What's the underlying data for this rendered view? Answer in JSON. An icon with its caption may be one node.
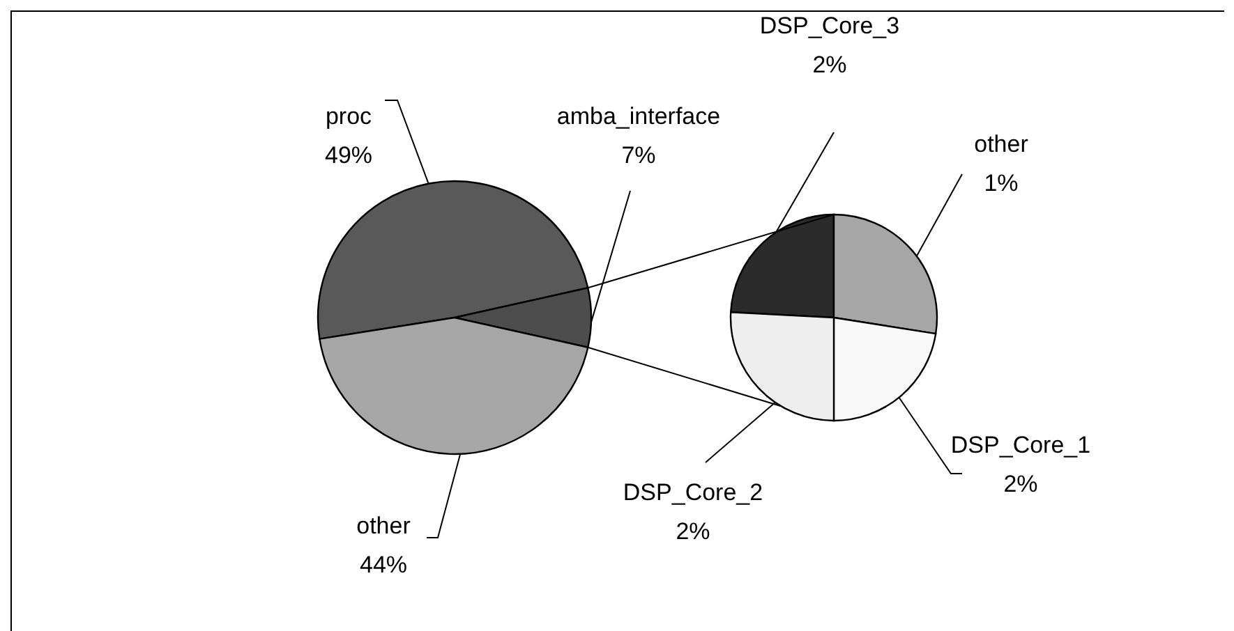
{
  "diagram": {
    "nodes": [
      {
        "text": [
          "proc",
          "49%"
        ]
      },
      {
        "text": [
          "amba_interface",
          "7%"
        ]
      },
      {
        "text": [
          "other",
          "44%"
        ]
      },
      {
        "text": [
          "DSP_Core_3",
          "2%"
        ]
      },
      {
        "text": [
          "other",
          "1%"
        ]
      },
      {
        "text": [
          "DSP_Core_1",
          "2%"
        ]
      },
      {
        "text": [
          "DSP_Core_2",
          "2%"
        ]
      },
      {
        "text": [],
        "shape": "slice"
      },
      {
        "text": [],
        "shape": "slice"
      },
      {
        "text": [],
        "shape": "slice"
      },
      {
        "text": [],
        "shape": "slice"
      },
      {
        "text": [],
        "shape": "slice"
      },
      {
        "text": [],
        "shape": "slice"
      },
      {
        "text": [],
        "shape": "slice"
      }
    ],
    "edges": [
      {
        "from": 0,
        "to": 7,
        "arrow": "none"
      },
      {
        "from": 1,
        "to": 8,
        "arrow": "none"
      },
      {
        "from": 2,
        "to": 9,
        "arrow": "none"
      },
      {
        "from": 3,
        "to": 10,
        "arrow": "none"
      },
      {
        "from": 4,
        "to": 11,
        "arrow": "none"
      },
      {
        "from": 5,
        "to": 12,
        "arrow": "none"
      },
      {
        "from": 6,
        "to": 13,
        "arrow": "none"
      },
      {
        "from": 8,
        "to": 10,
        "arrow": "none"
      },
      {
        "from": 8,
        "to": 13,
        "arrow": "none"
      }
    ]
  }
}
